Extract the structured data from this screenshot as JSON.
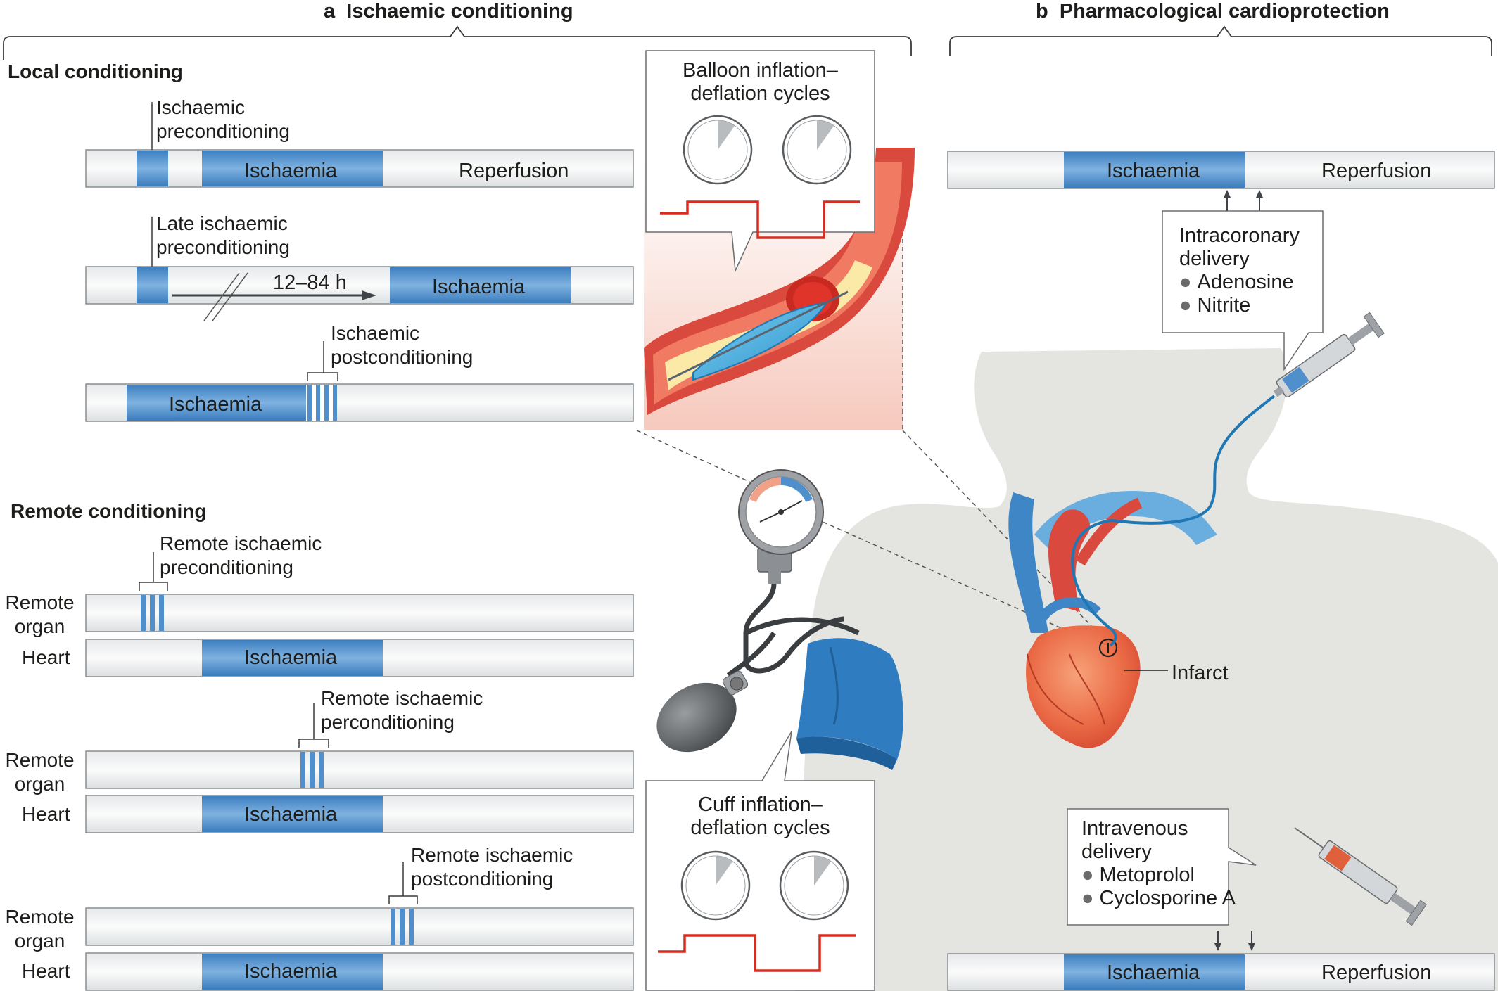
{
  "panel_a": {
    "letter": "a",
    "title": "Ischaemic conditioning",
    "local_heading": "Local conditioning",
    "remote_heading": "Remote conditioning",
    "local_rows": [
      {
        "label_lines": [
          "Ischaemic",
          "preconditioning"
        ],
        "bar_labels": [
          "Ischaemia",
          "Reperfusion"
        ]
      },
      {
        "label_lines": [
          "Late ischaemic",
          "preconditioning"
        ],
        "interval": "12–84 h",
        "bar_labels": [
          "Ischaemia"
        ]
      },
      {
        "label_lines": [
          "Ischaemic",
          "postconditioning"
        ],
        "bar_labels": [
          "Ischaemia"
        ]
      }
    ],
    "remote_rows": [
      {
        "label_lines": [
          "Remote ischaemic",
          "preconditioning"
        ]
      },
      {
        "label_lines": [
          "Remote ischaemic",
          "perconditioning"
        ]
      },
      {
        "label_lines": [
          "Remote ischaemic",
          "postconditioning"
        ]
      }
    ],
    "row_labels": {
      "remote_organ": [
        "Remote",
        "organ"
      ],
      "heart": "Heart",
      "ischaemia": "Ischaemia"
    },
    "balloon_callout": [
      "Balloon inflation–",
      "deflation cycles"
    ],
    "cuff_callout": [
      "Cuff inflation–",
      "deflation cycles"
    ]
  },
  "panel_b": {
    "letter": "b",
    "title": "Pharmacological cardioprotection",
    "bar_labels": [
      "Ischaemia",
      "Reperfusion"
    ],
    "intracoronary": {
      "lines": [
        "Intracoronary",
        "delivery"
      ],
      "drugs": [
        "Adenosine",
        "Nitrite"
      ]
    },
    "intravenous": {
      "lines": [
        "Intravenous",
        "delivery"
      ],
      "drugs": [
        "Metoprolol",
        "Cyclosporine A"
      ]
    },
    "infarct_label": "Infarct"
  },
  "colors": {
    "ischaemia": "#4f8fcb",
    "bar_bg": "#f1f2f3",
    "artery_red": "#d9493d",
    "balloon_blue": "#3d9fd6",
    "pulse_red": "#d92b1f",
    "body_grey": "#e4e4e1",
    "cuff_blue": "#2f7dc0"
  }
}
